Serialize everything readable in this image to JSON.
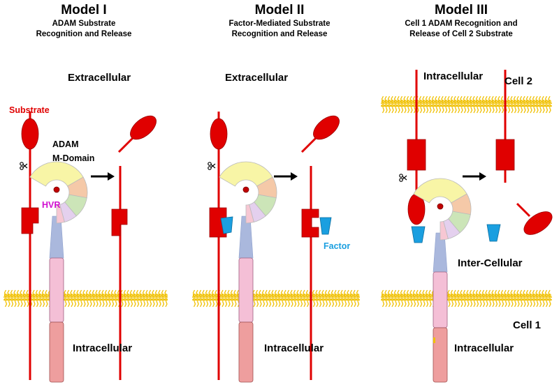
{
  "models": [
    {
      "title": "Model I",
      "subtitle_line1": "ADAM Substrate",
      "subtitle_line2": "Recognition and Release"
    },
    {
      "title": "Model II",
      "subtitle_line1": "Factor-Mediated Substrate",
      "subtitle_line2": "Recognition and Release"
    },
    {
      "title": "Model III",
      "subtitle_line1": "Cell 1 ADAM Recognition and",
      "subtitle_line2": "Release of Cell 2 Substrate"
    }
  ],
  "labels": {
    "extracellular": "Extracellular",
    "intracellular": "Intracellular",
    "substrate": "Substrate",
    "adam": "ADAM",
    "m_domain": "M-Domain",
    "hvr": "HVR",
    "factor": "Factor",
    "inter_cellular": "Inter-Cellular",
    "cell1": "Cell 1",
    "cell2": "Cell 2"
  },
  "colors": {
    "substrate": "#e00000",
    "membrane": "#f0c000",
    "factor": "#1a9fe0",
    "hvr_text": "#d010d0",
    "factor_text": "#1a9fe0",
    "substrate_text": "#e00000",
    "segment_yellow": "#f8f5a6",
    "segment_peach": "#f5c9a8",
    "segment_green": "#cce5b8",
    "segment_lilac": "#e4d0ee",
    "segment_pink": "#f7c7d3",
    "stalk": "#aab8dd",
    "tm_pink": "#f4bfd6",
    "cyto_salmon": "#ee9e9e"
  },
  "icons": [
    "scissors-icon",
    "arrow-right-icon"
  ]
}
